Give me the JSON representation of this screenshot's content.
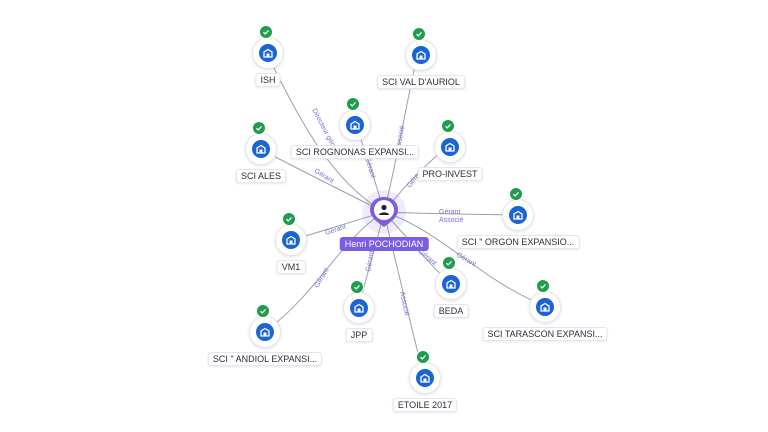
{
  "center": {
    "name": "Henri POCHODIAN",
    "icon": "person-pin-icon",
    "color": "#7c5ce6"
  },
  "colors": {
    "company": "#1b64d8",
    "check": "#1f9d4c",
    "edge_label": "#7b6fd6",
    "edge": "#9aa0ab"
  },
  "nodes": [
    {
      "id": "ish",
      "name": "ISH",
      "icon": "building-icon",
      "verified": true,
      "roles": [
        "Directeur général"
      ]
    },
    {
      "id": "valdauriol",
      "name": "SCI VAL D'AURIOL",
      "icon": "building-icon",
      "verified": true,
      "roles": [
        "Associé"
      ]
    },
    {
      "id": "rognonas",
      "name": "SCI ROGNONAS EXPANSI...",
      "icon": "building-icon",
      "verified": true,
      "roles": [
        "Gérant"
      ]
    },
    {
      "id": "ales",
      "name": "SCI ALES",
      "icon": "building-icon",
      "verified": true,
      "roles": [
        "Gérant"
      ]
    },
    {
      "id": "proinvest",
      "name": "PRO-INVEST",
      "icon": "building-icon",
      "verified": true,
      "roles": [
        "Gérant"
      ]
    },
    {
      "id": "orgon",
      "name": "SCI \" ORGON EXPANSIO...",
      "icon": "building-icon",
      "verified": true,
      "roles": [
        "Gérant",
        "Associé"
      ]
    },
    {
      "id": "vm1",
      "name": "VM1",
      "icon": "building-icon",
      "verified": true,
      "roles": [
        "Gérant"
      ]
    },
    {
      "id": "beda",
      "name": "BEDA",
      "icon": "building-icon",
      "verified": true,
      "roles": [
        "Gérant"
      ]
    },
    {
      "id": "tarascon",
      "name": "SCI TARASCON EXPANSI...",
      "icon": "building-icon",
      "verified": true,
      "roles": [
        "Gérant"
      ]
    },
    {
      "id": "jpp",
      "name": "JPP",
      "icon": "building-icon",
      "verified": true,
      "roles": [
        "Gérant"
      ]
    },
    {
      "id": "andiol",
      "name": "SCI \" ANDIOL EXPANSI...",
      "icon": "building-icon",
      "verified": true,
      "roles": [
        "Gérant"
      ]
    },
    {
      "id": "etoile",
      "name": "ETOILE 2017",
      "icon": "building-icon",
      "verified": true,
      "roles": [
        "Associé"
      ]
    }
  ]
}
